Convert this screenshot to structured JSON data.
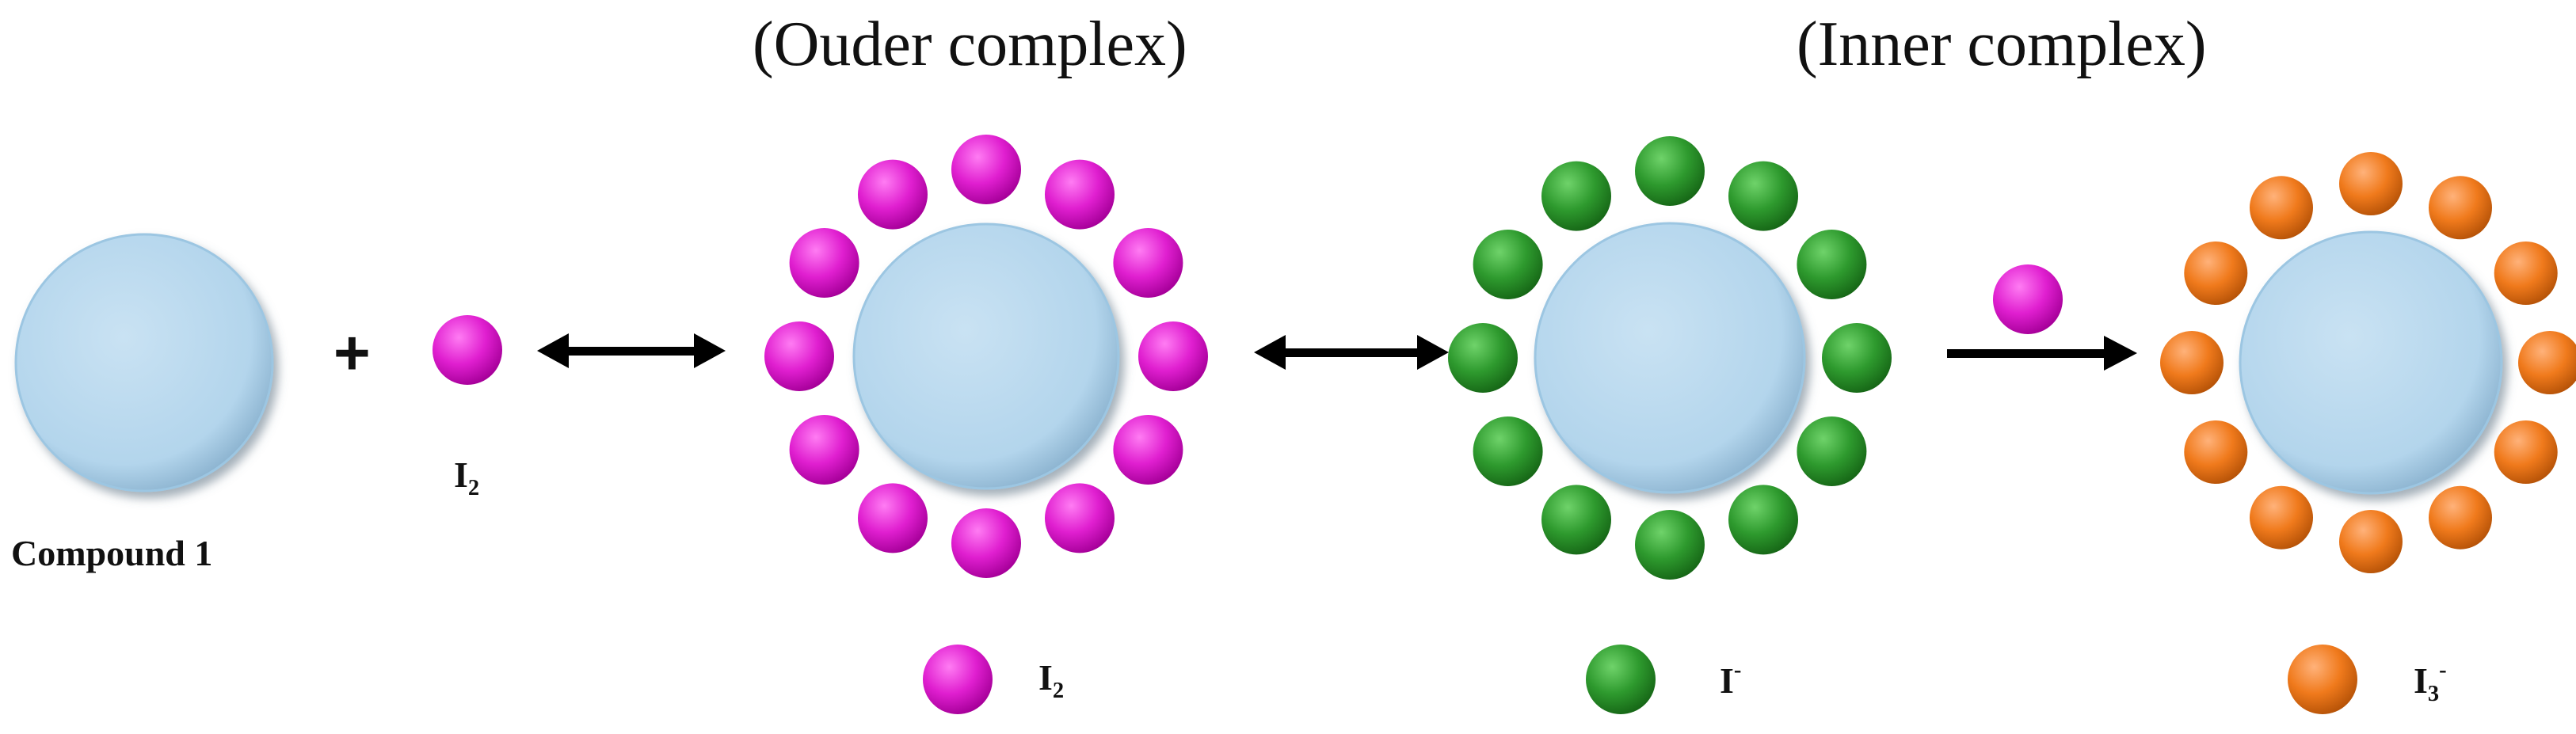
{
  "titles": {
    "outer": "(Ouder complex)",
    "inner": "(Inner complex)"
  },
  "labels": {
    "compound": "Compound 1",
    "plus": "+",
    "reagent": "I",
    "reagent_sub": "2"
  },
  "legend": [
    {
      "symbol": "I",
      "sub": "2",
      "sup": "",
      "color": "#e020d0"
    },
    {
      "symbol": "I",
      "sub": "",
      "sup": "-",
      "color": "#2e9a2e"
    },
    {
      "symbol": "I",
      "sub": "3",
      "sup": "-",
      "color": "#f07a1c"
    }
  ],
  "colors": {
    "host": "#b8d8ee",
    "i2": "#e020d0",
    "iodide": "#2e9a2e",
    "triiodide": "#f07a1c",
    "arrow": "#000000"
  }
}
